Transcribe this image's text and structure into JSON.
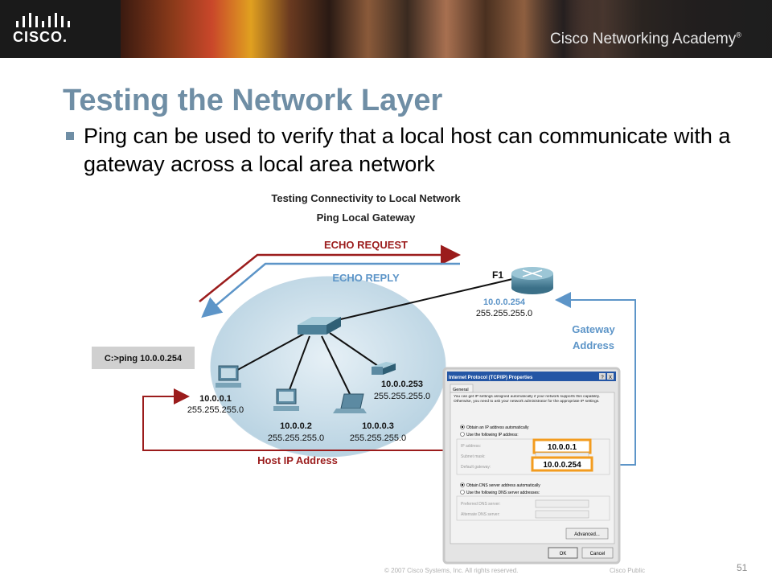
{
  "header": {
    "brand": "CISCO.",
    "academy": "Cisco Networking Academy",
    "academy_mark": "®"
  },
  "slide": {
    "title": "Testing the Network Layer",
    "bullet": "Ping can be used to verify that a local host can communicate with a gateway across a local area network"
  },
  "diagram": {
    "heading": "Testing Connectivity to Local Network",
    "subheading": "Ping Local Gateway",
    "echo_request": "ECHO REQUEST",
    "echo_reply": "ECHO REPLY",
    "command": "C:>ping 10.0.0.254",
    "router": {
      "label": "F1",
      "ip": "10.0.0.254",
      "mask": "255.255.255.0"
    },
    "gateway_label_1": "Gateway",
    "gateway_label_2": "Address",
    "host_label": "Host IP Address",
    "hosts": [
      {
        "ip": "10.0.0.1",
        "mask": "255.255.255.0"
      },
      {
        "ip": "10.0.0.2",
        "mask": "255.255.255.0"
      },
      {
        "ip": "10.0.0.3",
        "mask": "255.255.255.0"
      },
      {
        "ip": "10.0.0.253",
        "mask": "255.255.255.0"
      }
    ],
    "dialog": {
      "title": "Internet Protocol (TCP/IP) Properties",
      "help_btn": "?",
      "close_btn": "X",
      "tab": "General",
      "intro": "You can get IP settings assigned automatically if your network supports this capability. Otherwise, you need to ask your network administrator for the appropriate IP settings.",
      "radio_auto_ip": "Obtain an IP address automatically",
      "radio_manual_ip": "Use the following IP address:",
      "ip_label": "IP address:",
      "subnet_label": "Subnet mask:",
      "gateway_label": "Default gateway:",
      "ip_value": "10.0.0.1",
      "gateway_value": "10.0.0.254",
      "radio_auto_dns": "Obtain DNS server address automatically",
      "radio_manual_dns": "Use the following DNS server addresses:",
      "preferred_dns": "Preferred DNS server:",
      "alternate_dns": "Alternate DNS server:",
      "advanced_btn": "Advanced...",
      "ok_btn": "OK",
      "cancel_btn": "Cancel"
    }
  },
  "footer": {
    "copyright": "© 2007 Cisco Systems, Inc. All rights reserved.",
    "public": "Cisco Public",
    "page": "51"
  },
  "colors": {
    "title": "#6f8ea5",
    "request": "#9b1c1c",
    "reply": "#5d95c8",
    "highlight": "#f39c1f"
  }
}
